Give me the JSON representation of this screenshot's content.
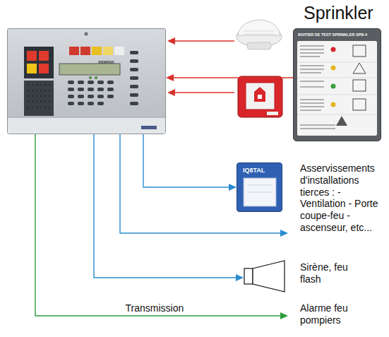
{
  "diagram": {
    "nodes": [
      {
        "text": [
          "SIEMENS"
        ]
      },
      {
        "text": [
          "Sprinkler",
          "BOITIER DE TEST SPRINKLER SPB-4"
        ]
      },
      {
        "text": [
          "IQ8TAL"
        ]
      },
      {
        "text": [
          "Asservissements d'installations tierces : - Ventilation - Porte coupe-feu - ascenseur, etc..."
        ]
      },
      {
        "text": [
          "Sirène, feu flash"
        ]
      },
      {
        "text": [
          "Alarme feu pompiers"
        ]
      }
    ],
    "edges": [
      {
        "from": 1,
        "to": 0,
        "arrow": "to"
      },
      {
        "from": 0,
        "to": 2,
        "arrow": "to"
      },
      {
        "from": 0,
        "to": 3,
        "arrow": "to"
      },
      {
        "from": 0,
        "to": 4,
        "arrow": "to"
      },
      {
        "from": 0,
        "to": 5,
        "label": "Transmission",
        "arrow": "to"
      }
    ]
  }
}
